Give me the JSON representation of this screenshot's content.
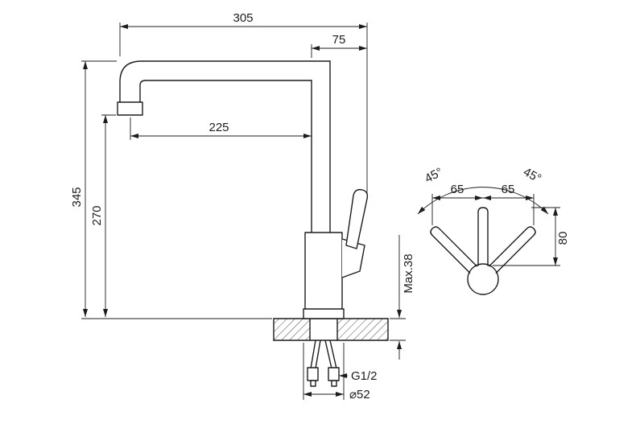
{
  "drawing": {
    "side_view": {
      "dim_total_reach": "305",
      "dim_handle_offset": "75",
      "dim_spout_reach": "225",
      "dim_total_height": "345",
      "dim_spout_height": "270",
      "dim_max_mount_thickness": "Max.38",
      "dim_thread": "G1/2",
      "dim_hole_diameter": "⌀52"
    },
    "handle_view": {
      "dim_angle_left": "45°",
      "dim_angle_right": "45°",
      "dim_offset_left": "65",
      "dim_offset_right": "65",
      "dim_handle_height": "80"
    },
    "colors": {
      "line": "#1c1c1c",
      "background": "#ffffff"
    }
  }
}
